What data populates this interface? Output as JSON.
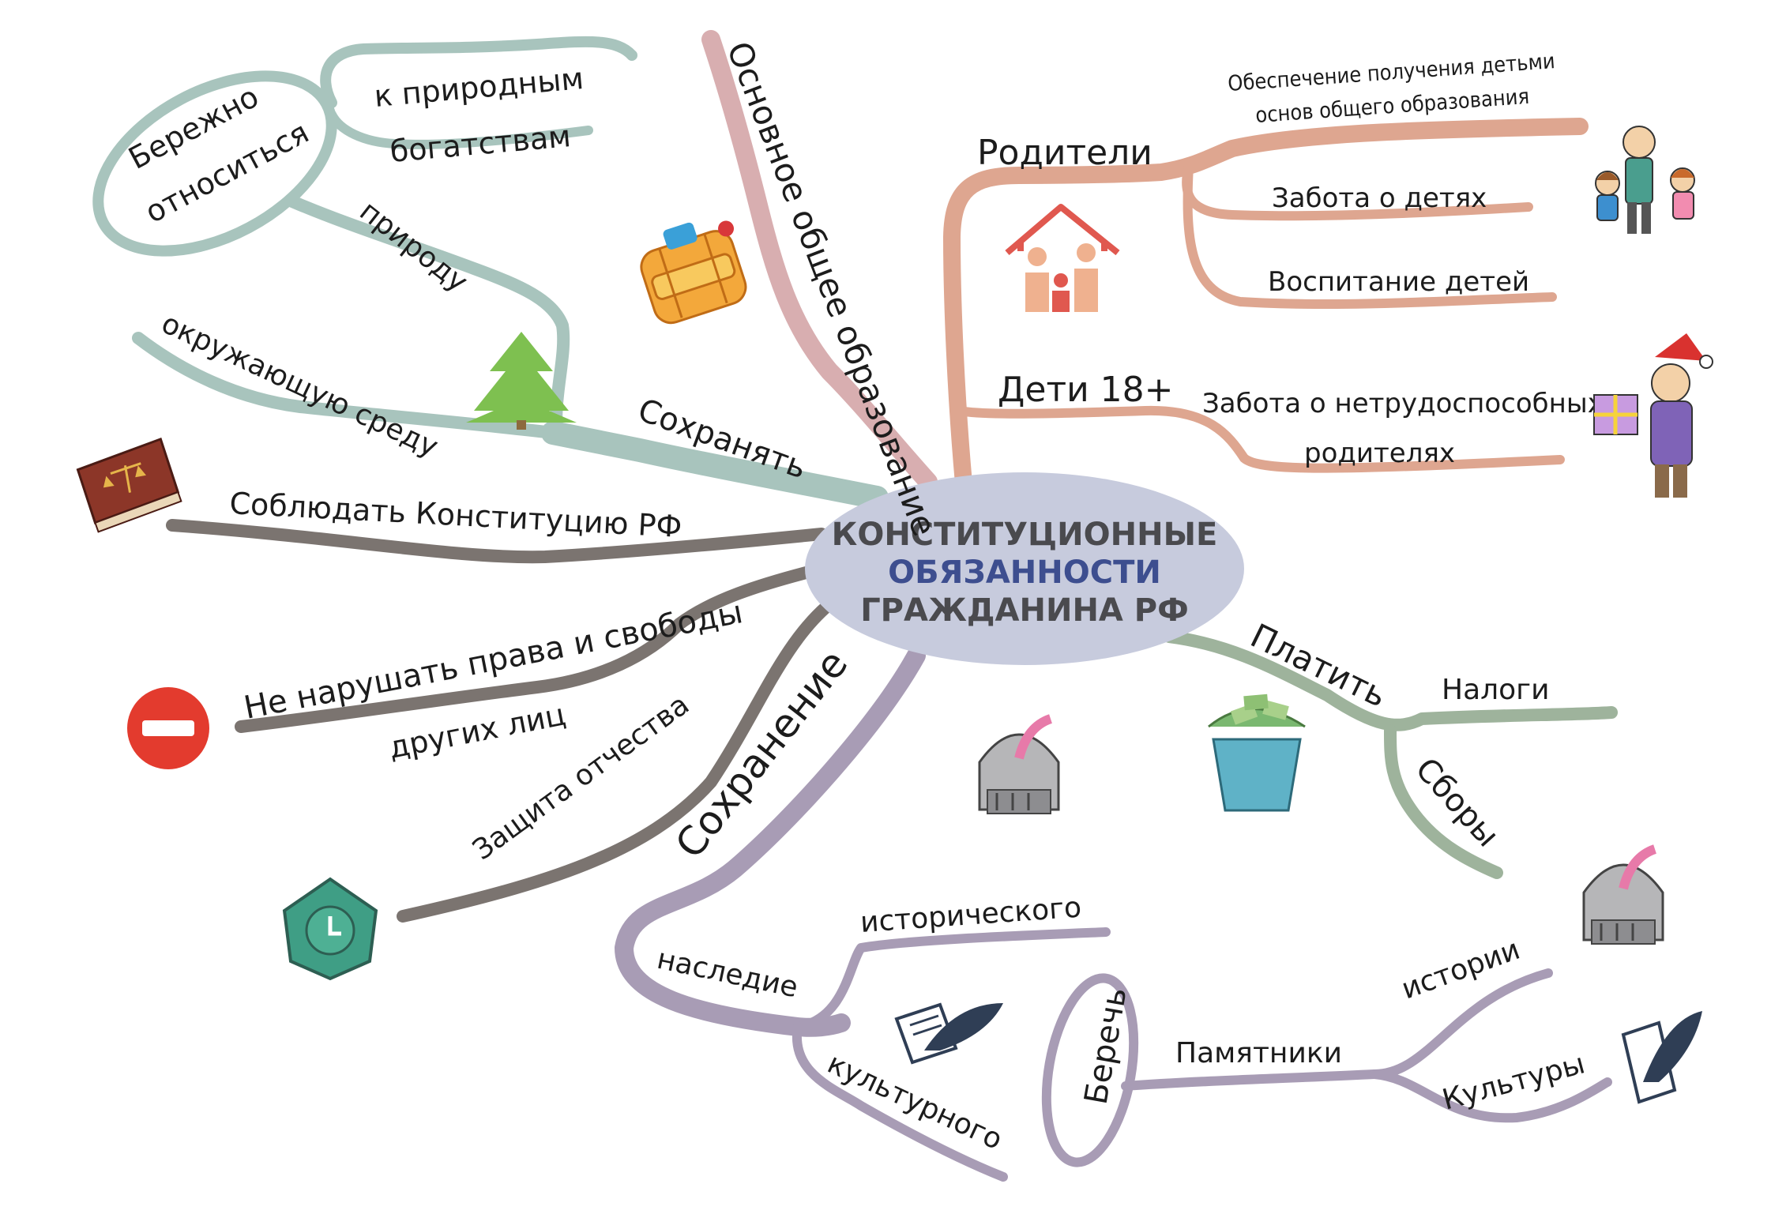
{
  "center": {
    "line1": "КОНСТИТУЦИОННЫЕ",
    "line2": "ОБЯЗАННОСТИ",
    "line3": "ГРАЖДАНИНА РФ"
  },
  "education": {
    "branch": "Основное общее образование"
  },
  "parents": {
    "branch": "Родители",
    "items": [
      "Обеспечение получения детьми",
      "основ общего образования",
      "Забота о детях",
      "Воспитание детей"
    ]
  },
  "adult_children": {
    "branch": "Дети 18+",
    "line1": "Забота о нетрудоспособных",
    "line2": "родителях"
  },
  "pay": {
    "branch": "Платить",
    "items": [
      "Налоги",
      "Сборы"
    ]
  },
  "preserve_heritage": {
    "branch": "Сохранение",
    "heritage": "наследие",
    "historical": "исторического",
    "cultural": "культурного",
    "protect": "Беречь",
    "monuments": "Памятники",
    "history": "истории",
    "culture": "Культуры"
  },
  "defense": {
    "branch": "Защита отчества"
  },
  "rights": {
    "line1": "Не нарушать права и свободы",
    "line2": "других лиц"
  },
  "constitution": {
    "branch": "Соблюдать Конституцию РФ"
  },
  "preserve": {
    "branch": "Сохранять",
    "nature": "природу",
    "environment": "окружающую среду",
    "careful1": "Бережно",
    "careful2": "относиться",
    "resources1": "к природным",
    "resources2": "богатствам"
  },
  "colors": {
    "green": "#a8c4bd",
    "pink": "#d8aeb0",
    "salmon": "#dea690",
    "gray": "#7b7470",
    "purple": "#a89cb5",
    "center_fill": "#c7cbdd",
    "center_accent": "#3d4e8f"
  }
}
